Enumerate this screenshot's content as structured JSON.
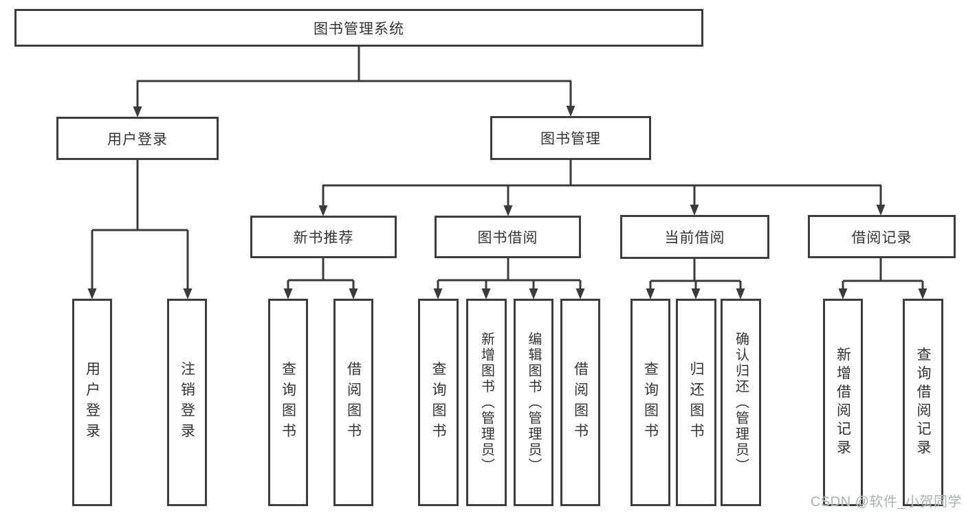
{
  "diagram": {
    "root": {
      "label": "图书管理系统"
    },
    "branches": [
      {
        "label": "用户登录",
        "children": [
          {
            "label": "用户登录"
          },
          {
            "label": "注销登录"
          }
        ]
      },
      {
        "label": "图书管理",
        "children": [
          {
            "label": "新书推荐",
            "children": [
              {
                "label": "查询图书"
              },
              {
                "label": "借阅图书"
              }
            ]
          },
          {
            "label": "图书借阅",
            "children": [
              {
                "label": "查询图书"
              },
              {
                "label": "新增图书（管理员）"
              },
              {
                "label": "编辑图书（管理员）"
              },
              {
                "label": "借阅图书"
              }
            ]
          },
          {
            "label": "当前借阅",
            "children": [
              {
                "label": "查询图书"
              },
              {
                "label": "归还图书"
              },
              {
                "label": "确认归还（管理员）"
              }
            ]
          },
          {
            "label": "借阅记录",
            "children": [
              {
                "label": "新增借阅记录"
              },
              {
                "label": "查询借阅记录"
              }
            ]
          }
        ]
      }
    ]
  },
  "colors": {
    "box_border": "#3d3d3d",
    "connector": "#3b3b3b",
    "text": "#333333",
    "watermark": "#aab0b6"
  },
  "watermark": {
    "text": "CSDN @软件_小贺同学"
  }
}
